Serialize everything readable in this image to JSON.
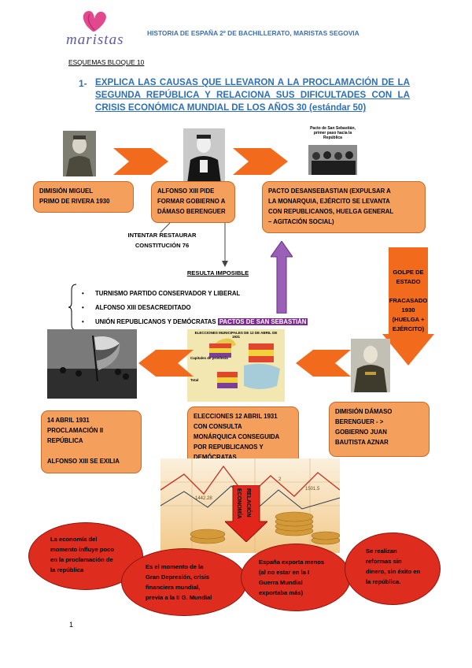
{
  "header": {
    "logo_text": "maristas",
    "title": "HISTORIA DE ESPAÑA 2º DE BACHILLERATO, MARISTAS SEGOVIA"
  },
  "section_label": "ESQUEMAS BLOQUE 10",
  "question": {
    "number": "1-",
    "lines": [
      "EXPLICA LAS CAUSAS QUE LLEVARON A LA PROCLAMACIÓN DE LA",
      "SEGUNDA REPÚBLICA Y RELACIONA SUS DIFICULTADES CON LA",
      "CRISIS ECONÓMICA MUNDIAL DE LOS AÑOS 30 (estándar 50)"
    ]
  },
  "pacto_caption": "Pacto de San Sebastián, primer paso hacia la República",
  "boxes": {
    "primo": [
      "DIMISIÓN MIGUEL",
      "PRIMO DE RIVERA 1930"
    ],
    "alfonso": [
      "ALFONSO XIII PIDE",
      "FORMAR GOBIERNO A",
      "DÁMASO BERENGUER"
    ],
    "pacto": [
      "PACTO DESANSEBASTIAN (EXPULSAR A",
      "LA MONARQUIA, EJÉRCITO SE LEVANTA",
      "CON REPUBLICANOS, HUELGA GENERAL",
      "– AGITACIÓN SOCIAL)"
    ],
    "berenguer": [
      "DIMISIÓN DÁMASO",
      "BERENGUER - >",
      "GOBIERNO JUAN",
      "BAUTISTA AZNAR"
    ],
    "elecciones": [
      "ELECCIONES 12 ABRIL 1931",
      "CON CONSULTA",
      "MONÁRQUICA CONSEGUIDA",
      "POR REPUBLICANOS Y",
      "DEMÓCRATAS"
    ],
    "proclamacion": [
      "14 ABRIL 1931",
      "PROCLAMACIÓN II",
      "REPÚBLICA",
      "",
      "ALFONSO XIII SE EXILIA"
    ]
  },
  "notes": {
    "restaurar": [
      "INTENTAR RESTAURAR",
      "CONSTITUCIÓN 76"
    ],
    "imposible": "RESULTA IMPOSIBLE",
    "golpe": [
      "GOLPE DE",
      "ESTADO",
      "",
      "FRACASADO",
      "1930",
      "(HUELGA +",
      "EJÉRCITO)"
    ],
    "relacion": "RELACIÓN",
    "economia": "ECONOMÍA"
  },
  "bullets": [
    "TURNISMO PARTIDO CONSERVADOR Y LIBERAL",
    "ALFONSO XIII DESACREDITADO",
    "UNIÓN REPUBLICANOS Y DEMÓCRATAS"
  ],
  "pactos_highlight": "PACTOS DE SAN SEBASTIÁN",
  "map_labels": {
    "top": "ELECCIONES MUNICIPALES DE 12 DE ABRIL DE 1931",
    "left1": "Capitales de provincia",
    "left2": "Total"
  },
  "chart_labels": [
    "1442.28",
    "1501.5",
    "2"
  ],
  "ellipses": {
    "e1": [
      "La economía del",
      "momento influye poco",
      "en la proclamación de",
      "la república"
    ],
    "e2": [
      "Es el momento de la",
      "Gran Depresión, crisis",
      "financiera mundial,",
      "previa a la II G. Mundial"
    ],
    "e3": [
      "España exporta menos",
      "(al no estar en la I",
      "Guerra Mundial",
      "exportaba más)"
    ],
    "e4": [
      "Se realizan",
      "reformas sin",
      "dinero, sin éxito en",
      "la república."
    ]
  },
  "page_number": "1",
  "colors": {
    "header_blue": "#3d6fb0",
    "orange_box": "#f4a05c",
    "orange_arrow": "#f26a1b",
    "ellipse_red": "#de2c1f",
    "purple": "#7b2a8f"
  }
}
